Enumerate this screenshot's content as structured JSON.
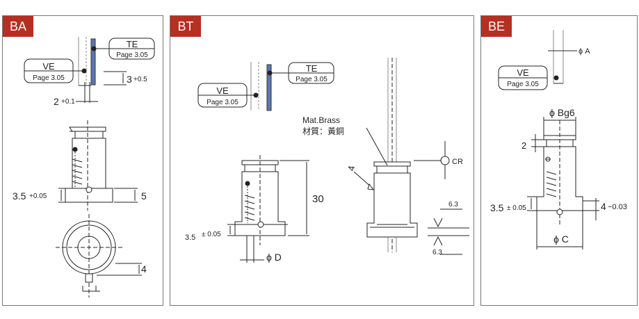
{
  "panels": {
    "ba": {
      "label": "BA"
    },
    "bt": {
      "label": "BT"
    },
    "be": {
      "label": "BE"
    }
  },
  "callouts": {
    "ve": "VE",
    "te": "TE",
    "page": "Page 3.05"
  },
  "dims": {
    "ba_3_05": "3",
    "ba_plus05": "+0.5",
    "ba_2": "2",
    "ba_plus01": "+0.1",
    "ba_35": "3.5",
    "ba_plus005": "+0.05",
    "ba_5": "5",
    "ba_4": "4",
    "bt_30": "30",
    "bt_35": "3.5",
    "bt_pm005": "± 0.05",
    "bt_phid": "ϕ D",
    "bt_4": "4",
    "bt_cr": "CR",
    "bt_63a": "6.3",
    "bt_63b": "6.3",
    "be_phia": "ϕ A",
    "be_phibg6": "ϕ Bg6",
    "be_2": "2",
    "be_35": "3.5",
    "be_pm005": "± 0.05",
    "be_4": "4",
    "be_m003": "−0.03",
    "be_phic": "ϕ C"
  },
  "material": {
    "en": "Mat.Brass",
    "zh": "材質：黃銅"
  },
  "colors": {
    "tag": "#b52f22",
    "te_bar": "#5a78b0"
  }
}
